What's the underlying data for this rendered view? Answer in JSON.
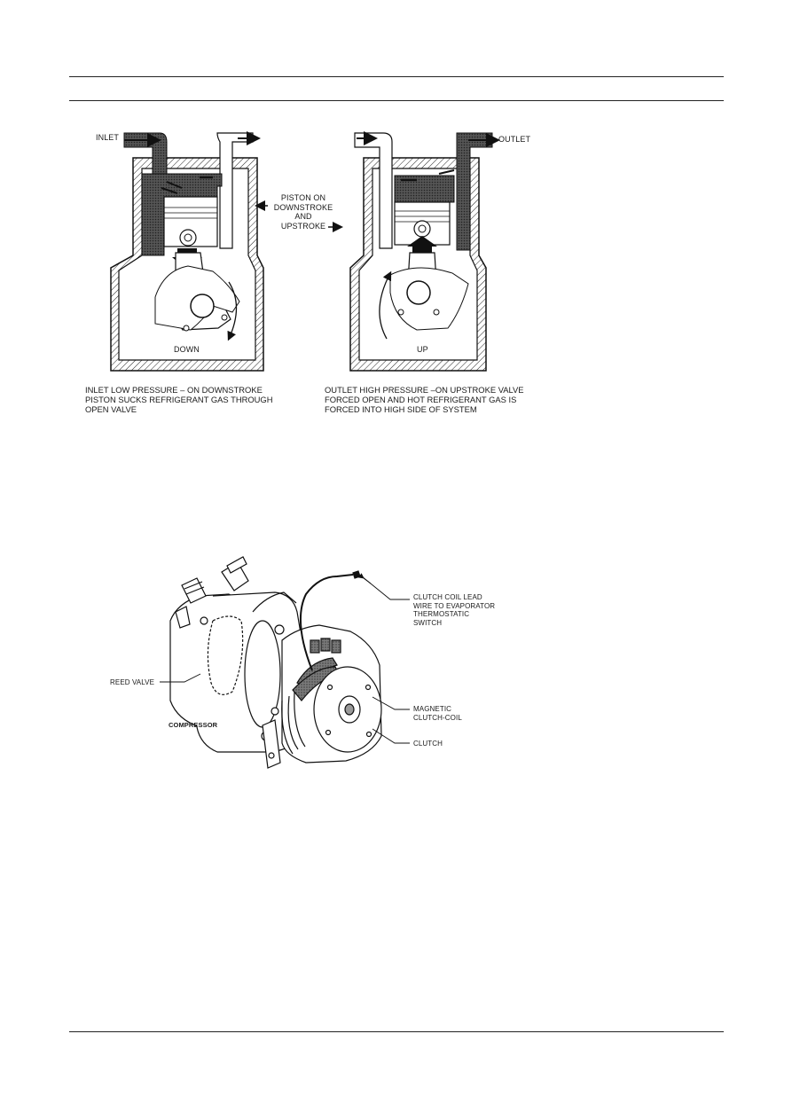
{
  "piston_diagram": {
    "inlet_label": "INLET",
    "outlet_label": "OUTLET",
    "center_label": "PISTON ON\nDOWNSTROKE\nAND\nUPSTROKE",
    "down_label": "DOWN",
    "up_label": "UP",
    "caption_left": "INLET LOW PRESSURE – ON DOWNSTROKE\nPISTON SUCKS REFRIGERANT GAS THROUGH\nOPEN VALVE",
    "caption_right": "OUTLET HIGH PRESSURE –ON UPSTROKE VALVE\nFORCED OPEN AND HOT REFRIGERANT GAS IS\nFORCED INTO HIGH SIDE OF SYSTEM"
  },
  "compressor_diagram": {
    "title": "COMPRESSOR",
    "reed_valve_label": "REED VALVE",
    "lead_wire_label": "CLUTCH COIL LEAD\nWIRE TO EVAPORATOR\nTHERMOSTATIC\nSWITCH",
    "coil_label": "MAGNETIC\nCLUTCH-COIL",
    "clutch_label": "CLUTCH"
  }
}
